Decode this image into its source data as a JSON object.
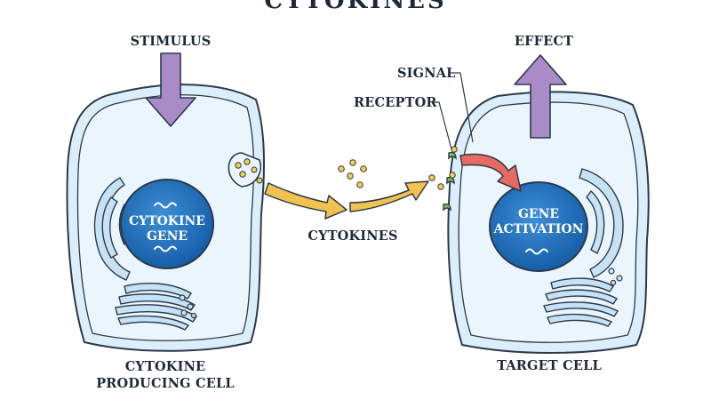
{
  "header": {
    "title": "CYTOKINES"
  },
  "labels": {
    "stimulus": "STIMULUS",
    "effect": "EFFECT",
    "signal": "SIGNAL",
    "receptor": "RECEPTOR",
    "cytokines": "CYTOKINES",
    "producing_cell_line1": "CYTOKINE",
    "producing_cell_line2": "PRODUCING CELL",
    "target_cell": "TARGET CELL"
  },
  "nucleus_left": {
    "line1": "CYTOKINE",
    "line2": "GENE"
  },
  "nucleus_right": {
    "line1": "GENE",
    "line2": "ACTIVATION"
  },
  "colors": {
    "cell_fill": "#dbeefa",
    "cell_outline": "#2b3a4a",
    "nucleus": "#1e73be",
    "stimulus_arrow": "#a98bc8",
    "cytokine_arrow": "#f2c24e",
    "signal_arrow": "#e76b63",
    "receptor": "#8cc152",
    "cytokine_dot": "#f4cd52"
  }
}
